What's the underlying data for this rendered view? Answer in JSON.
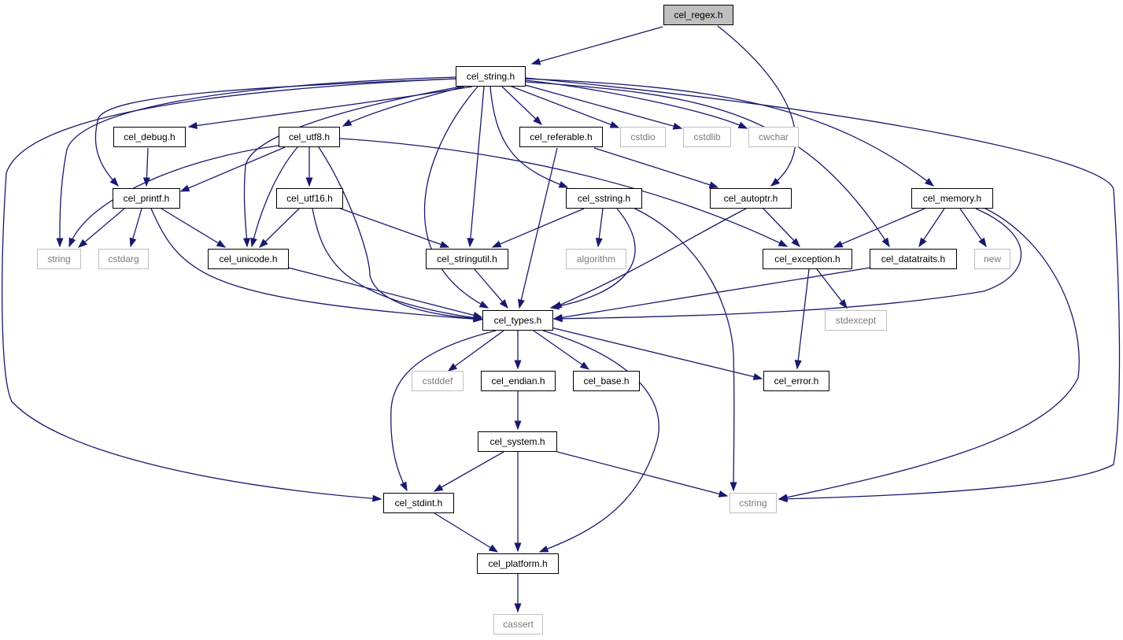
{
  "diagram": {
    "nodes": [
      {
        "id": "cel_regex",
        "label": "cel_regex.h",
        "kind": "root"
      },
      {
        "id": "cel_string",
        "label": "cel_string.h",
        "kind": "local"
      },
      {
        "id": "cel_debug",
        "label": "cel_debug.h",
        "kind": "local"
      },
      {
        "id": "cel_utf8",
        "label": "cel_utf8.h",
        "kind": "local"
      },
      {
        "id": "cel_referable",
        "label": "cel_referable.h",
        "kind": "local"
      },
      {
        "id": "cstdio",
        "label": "cstdio",
        "kind": "system"
      },
      {
        "id": "cstdlib",
        "label": "cstdlib",
        "kind": "system"
      },
      {
        "id": "cwchar",
        "label": "cwchar",
        "kind": "system"
      },
      {
        "id": "cel_printf",
        "label": "cel_printf.h",
        "kind": "local"
      },
      {
        "id": "cel_utf16",
        "label": "cel_utf16.h",
        "kind": "local"
      },
      {
        "id": "cel_sstring",
        "label": "cel_sstring.h",
        "kind": "local"
      },
      {
        "id": "cel_autoptr",
        "label": "cel_autoptr.h",
        "kind": "local"
      },
      {
        "id": "cel_memory",
        "label": "cel_memory.h",
        "kind": "local"
      },
      {
        "id": "string",
        "label": "string",
        "kind": "system"
      },
      {
        "id": "cstdarg",
        "label": "cstdarg",
        "kind": "system"
      },
      {
        "id": "cel_unicode",
        "label": "cel_unicode.h",
        "kind": "local"
      },
      {
        "id": "cel_stringutil",
        "label": "cel_stringutil.h",
        "kind": "local"
      },
      {
        "id": "algorithm",
        "label": "algorithm",
        "kind": "system"
      },
      {
        "id": "cel_exception",
        "label": "cel_exception.h",
        "kind": "local"
      },
      {
        "id": "cel_datatraits",
        "label": "cel_datatraits.h",
        "kind": "local"
      },
      {
        "id": "new",
        "label": "new",
        "kind": "system"
      },
      {
        "id": "cel_types",
        "label": "cel_types.h",
        "kind": "local"
      },
      {
        "id": "stdexcept",
        "label": "stdexcept",
        "kind": "system"
      },
      {
        "id": "cstddef",
        "label": "cstddef",
        "kind": "system"
      },
      {
        "id": "cel_endian",
        "label": "cel_endian.h",
        "kind": "local"
      },
      {
        "id": "cel_base",
        "label": "cel_base.h",
        "kind": "local"
      },
      {
        "id": "cel_error",
        "label": "cel_error.h",
        "kind": "local"
      },
      {
        "id": "cel_system",
        "label": "cel_system.h",
        "kind": "local"
      },
      {
        "id": "cel_stdint",
        "label": "cel_stdint.h",
        "kind": "local"
      },
      {
        "id": "cstring",
        "label": "cstring",
        "kind": "system"
      },
      {
        "id": "cel_platform",
        "label": "cel_platform.h",
        "kind": "local"
      },
      {
        "id": "cassert",
        "label": "cassert",
        "kind": "system"
      }
    ],
    "edges": [
      [
        "cel_regex",
        "cel_string"
      ],
      [
        "cel_regex",
        "cel_autoptr"
      ],
      [
        "cel_string",
        "cel_debug"
      ],
      [
        "cel_string",
        "cel_utf8"
      ],
      [
        "cel_string",
        "cel_referable"
      ],
      [
        "cel_string",
        "cstdio"
      ],
      [
        "cel_string",
        "cstdlib"
      ],
      [
        "cel_string",
        "cwchar"
      ],
      [
        "cel_string",
        "cel_printf"
      ],
      [
        "cel_string",
        "string"
      ],
      [
        "cel_string",
        "cel_unicode"
      ],
      [
        "cel_string",
        "cel_stringutil"
      ],
      [
        "cel_string",
        "cel_types"
      ],
      [
        "cel_string",
        "cel_sstring"
      ],
      [
        "cel_string",
        "cel_memory"
      ],
      [
        "cel_string",
        "cel_datatraits"
      ],
      [
        "cel_string",
        "cel_stdint"
      ],
      [
        "cel_string",
        "cstring"
      ],
      [
        "cel_debug",
        "cel_printf"
      ],
      [
        "cel_utf8",
        "cel_printf"
      ],
      [
        "cel_utf8",
        "string"
      ],
      [
        "cel_utf8",
        "cel_unicode"
      ],
      [
        "cel_utf8",
        "cel_utf16"
      ],
      [
        "cel_utf8",
        "cel_types"
      ],
      [
        "cel_utf8",
        "cel_exception"
      ],
      [
        "cel_referable",
        "cel_autoptr"
      ],
      [
        "cel_referable",
        "cel_types"
      ],
      [
        "cel_printf",
        "string"
      ],
      [
        "cel_printf",
        "cstdarg"
      ],
      [
        "cel_printf",
        "cel_unicode"
      ],
      [
        "cel_printf",
        "cel_types"
      ],
      [
        "cel_utf16",
        "cel_unicode"
      ],
      [
        "cel_utf16",
        "cel_stringutil"
      ],
      [
        "cel_utf16",
        "cel_types"
      ],
      [
        "cel_sstring",
        "cel_stringutil"
      ],
      [
        "cel_sstring",
        "algorithm"
      ],
      [
        "cel_sstring",
        "cel_types"
      ],
      [
        "cel_sstring",
        "cstring"
      ],
      [
        "cel_autoptr",
        "cel_exception"
      ],
      [
        "cel_autoptr",
        "cel_types"
      ],
      [
        "cel_memory",
        "cel_exception"
      ],
      [
        "cel_memory",
        "cel_datatraits"
      ],
      [
        "cel_memory",
        "new"
      ],
      [
        "cel_memory",
        "cel_types"
      ],
      [
        "cel_memory",
        "cstring"
      ],
      [
        "cel_unicode",
        "cel_types"
      ],
      [
        "cel_stringutil",
        "cel_types"
      ],
      [
        "cel_exception",
        "stdexcept"
      ],
      [
        "cel_exception",
        "cel_error"
      ],
      [
        "cel_datatraits",
        "cel_types"
      ],
      [
        "cel_types",
        "cstddef"
      ],
      [
        "cel_types",
        "cel_endian"
      ],
      [
        "cel_types",
        "cel_base"
      ],
      [
        "cel_types",
        "cel_error"
      ],
      [
        "cel_types",
        "cel_stdint"
      ],
      [
        "cel_types",
        "cel_platform"
      ],
      [
        "cel_endian",
        "cel_system"
      ],
      [
        "cel_system",
        "cel_stdint"
      ],
      [
        "cel_system",
        "cel_platform"
      ],
      [
        "cel_system",
        "cstring"
      ],
      [
        "cel_stdint",
        "cel_platform"
      ],
      [
        "cel_platform",
        "cassert"
      ]
    ]
  }
}
